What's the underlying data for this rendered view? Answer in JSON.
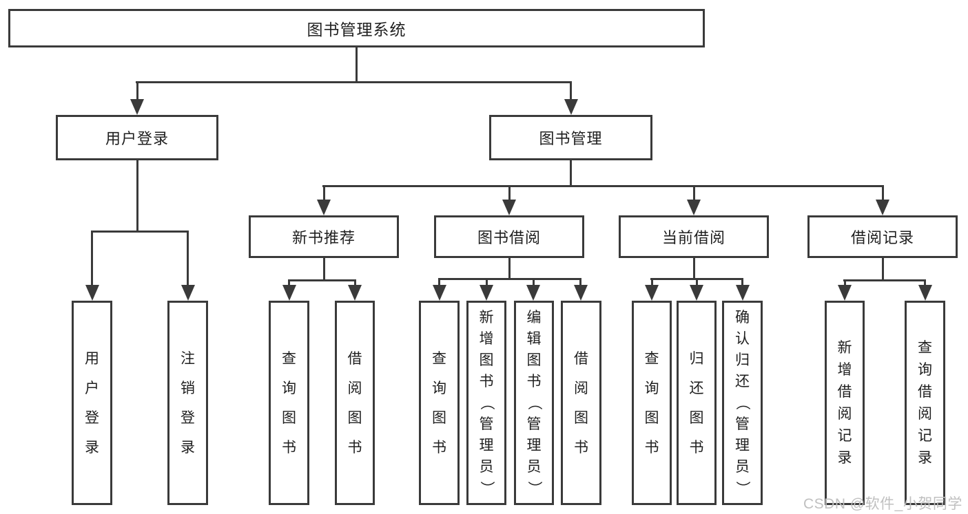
{
  "diagram_type": "tree",
  "colors": {
    "line": "#3a3a3a",
    "text": "#1f1f1f",
    "background": "#ffffff",
    "watermark": "#c0c0c0"
  },
  "tree": {
    "label": "图书管理系统",
    "children": [
      {
        "label": "用户登录",
        "children": [
          {
            "label": "用户登录"
          },
          {
            "label": "注销登录"
          }
        ]
      },
      {
        "label": "图书管理",
        "children": [
          {
            "label": "新书推荐",
            "children": [
              {
                "label": "查询图书"
              },
              {
                "label": "借阅图书"
              }
            ]
          },
          {
            "label": "图书借阅",
            "children": [
              {
                "label": "查询图书"
              },
              {
                "label": "新增图书（管理员）"
              },
              {
                "label": "编辑图书（管理员）"
              },
              {
                "label": "借阅图书"
              }
            ]
          },
          {
            "label": "当前借阅",
            "children": [
              {
                "label": "查询图书"
              },
              {
                "label": "归还图书"
              },
              {
                "label": "确认归还（管理员）"
              }
            ]
          },
          {
            "label": "借阅记录",
            "children": [
              {
                "label": "新增借阅记录"
              },
              {
                "label": "查询借阅记录"
              }
            ]
          }
        ]
      }
    ]
  },
  "watermark": {
    "text": "CSDN @软件_小贺同学"
  }
}
